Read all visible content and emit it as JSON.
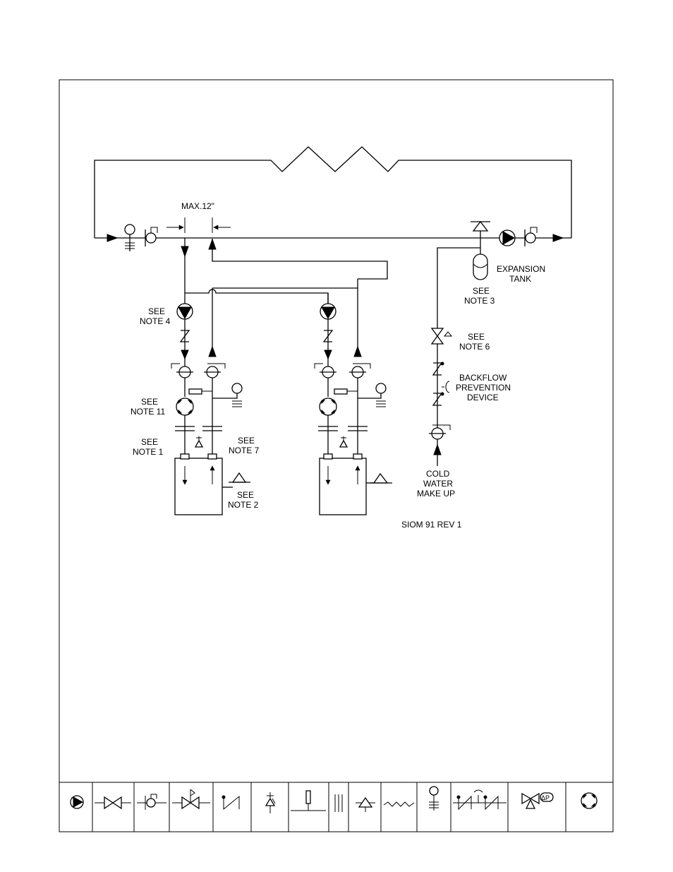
{
  "labels": {
    "max12": "MAX.12\"",
    "expansion_tank_1": "EXPANSION",
    "expansion_tank_2": "TANK",
    "see_note_3_a": "SEE",
    "see_note_3_b": "NOTE  3",
    "see_note_4_a": "SEE",
    "see_note_4_b": "NOTE  4",
    "see_note_6_a": "SEE",
    "see_note_6_b": "NOTE  6",
    "backflow_1": "BACKFLOW",
    "backflow_2": "PREVENTION",
    "backflow_3": "DEVICE",
    "see_note_11_a": "SEE",
    "see_note_11_b": "NOTE  11",
    "see_note_1_a": "SEE",
    "see_note_1_b": "NOTE  1",
    "see_note_7_a": "SEE",
    "see_note_7_b": "NOTE  7",
    "see_note_2_a": "SEE",
    "see_note_2_b": "NOTE  2",
    "cold_1": "COLD",
    "cold_2": "WATER",
    "cold_3": "MAKE  UP",
    "drawing_id": "SIOM  91  REV  1"
  },
  "legend": {
    "symbols": [
      "pump-icon",
      "gate-valve-icon",
      "isolation-flange-valve-icon",
      "pressure-reducing-valve-icon",
      "check-valve-icon",
      "relief-valve-icon",
      "thermometer-well-icon",
      "union-icon",
      "air-vent-icon",
      "load-coil-icon",
      "pressure-gauge-icon",
      "backflow-preventer-icon",
      "differential-pressure-valve-icon",
      "boiler-connection-icon"
    ],
    "dp_label": "ΔP"
  }
}
